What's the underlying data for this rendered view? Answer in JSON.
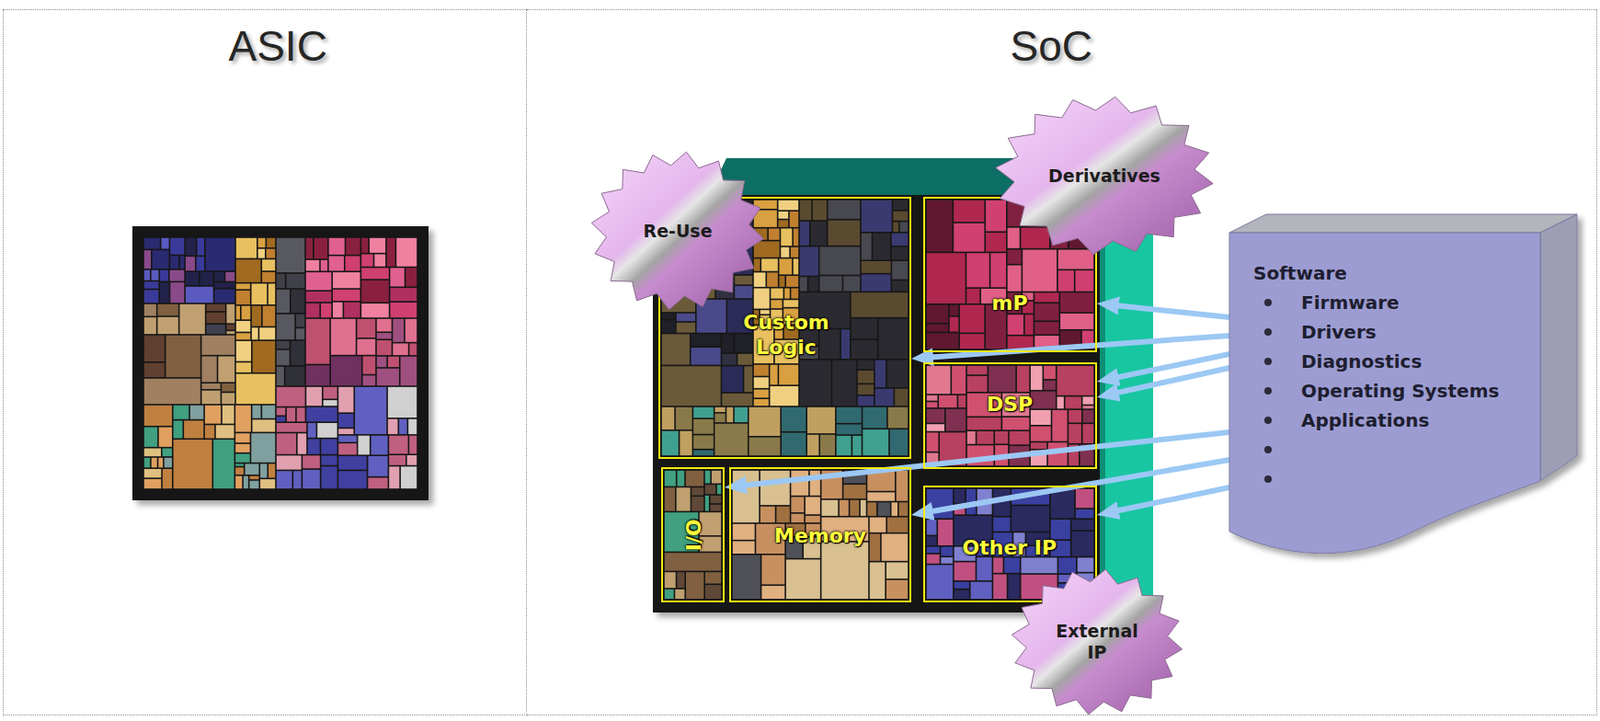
{
  "diagram": {
    "nodes": [
      {
        "text": [
          "ASIC"
        ]
      },
      {
        "text": [
          "SoC"
        ]
      },
      {
        "text": [
          "Re-Use"
        ],
        "in": 1
      },
      {
        "text": [
          "Derivatives"
        ],
        "in": 1
      },
      {
        "text": [
          "Custom Logic"
        ],
        "in": 1
      },
      {
        "text": [
          "mP"
        ],
        "in": 1
      },
      {
        "text": [
          "DSP"
        ],
        "in": 1
      },
      {
        "text": [
          "I/O"
        ],
        "in": 1
      },
      {
        "text": [
          "Memory"
        ],
        "in": 1
      },
      {
        "text": [
          "Other IP"
        ],
        "in": 1
      },
      {
        "text": [
          "External IP"
        ],
        "in": 1
      },
      {
        "text": [
          "Software",
          "Firmware",
          "Drivers",
          "Diagnostics",
          "Operating Systems",
          "Applications"
        ],
        "in": 1
      }
    ],
    "edges": [
      {
        "from": 11,
        "to": 5,
        "arrow": "to"
      },
      {
        "from": 11,
        "to": 4,
        "arrow": "to"
      },
      {
        "from": 11,
        "to": 6,
        "arrow": "to"
      },
      {
        "from": 11,
        "to": 6,
        "arrow": "to"
      },
      {
        "from": 11,
        "to": 7,
        "arrow": "to"
      },
      {
        "from": 11,
        "to": 8,
        "arrow": "to"
      },
      {
        "from": 11,
        "to": 9,
        "arrow": "to"
      }
    ]
  }
}
